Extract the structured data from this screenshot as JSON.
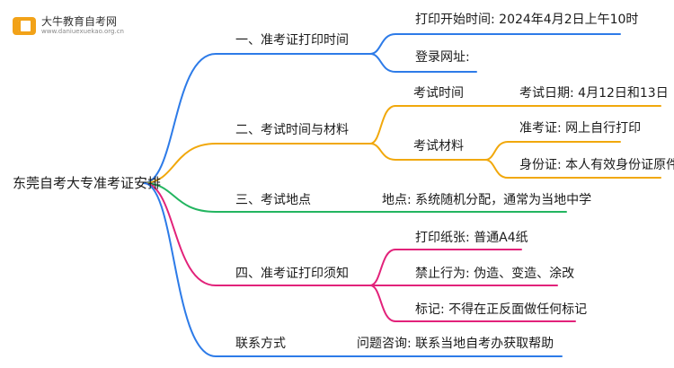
{
  "logo": {
    "name": "大牛教育自考网",
    "url": "www.daniuexuekao.org.cn"
  },
  "root": "东莞自考大专准考证安排",
  "branches": [
    {
      "label": "一、准考证打印时间",
      "color": "#2d7be8",
      "children": [
        {
          "label": "打印开始时间: 2024年4月2日上午10时"
        },
        {
          "label": "登录网址:"
        }
      ]
    },
    {
      "label": "二、考试时间与材料",
      "color": "#f1a80c",
      "children": [
        {
          "label": "考试时间",
          "children": [
            {
              "label": "考试日期: 4月12日和13日"
            }
          ]
        },
        {
          "label": "考试材料",
          "children": [
            {
              "label": "准考证: 网上自行打印"
            },
            {
              "label": "身份证: 本人有效身份证原件"
            }
          ]
        }
      ]
    },
    {
      "label": "三、考试地点",
      "color": "#23b560",
      "children": [
        {
          "label": "地点: 系统随机分配，通常为当地中学"
        }
      ]
    },
    {
      "label": "四、准考证打印须知",
      "color": "#e2227a",
      "children": [
        {
          "label": "打印纸张: 普通A4纸"
        },
        {
          "label": "禁止行为: 伪造、变造、涂改"
        },
        {
          "label": "标记: 不得在正反面做任何标记"
        }
      ]
    },
    {
      "label": "联系方式",
      "color": "#2d7be8",
      "children": [
        {
          "label": "问题咨询: 联系当地自考办获取帮助"
        }
      ]
    }
  ]
}
